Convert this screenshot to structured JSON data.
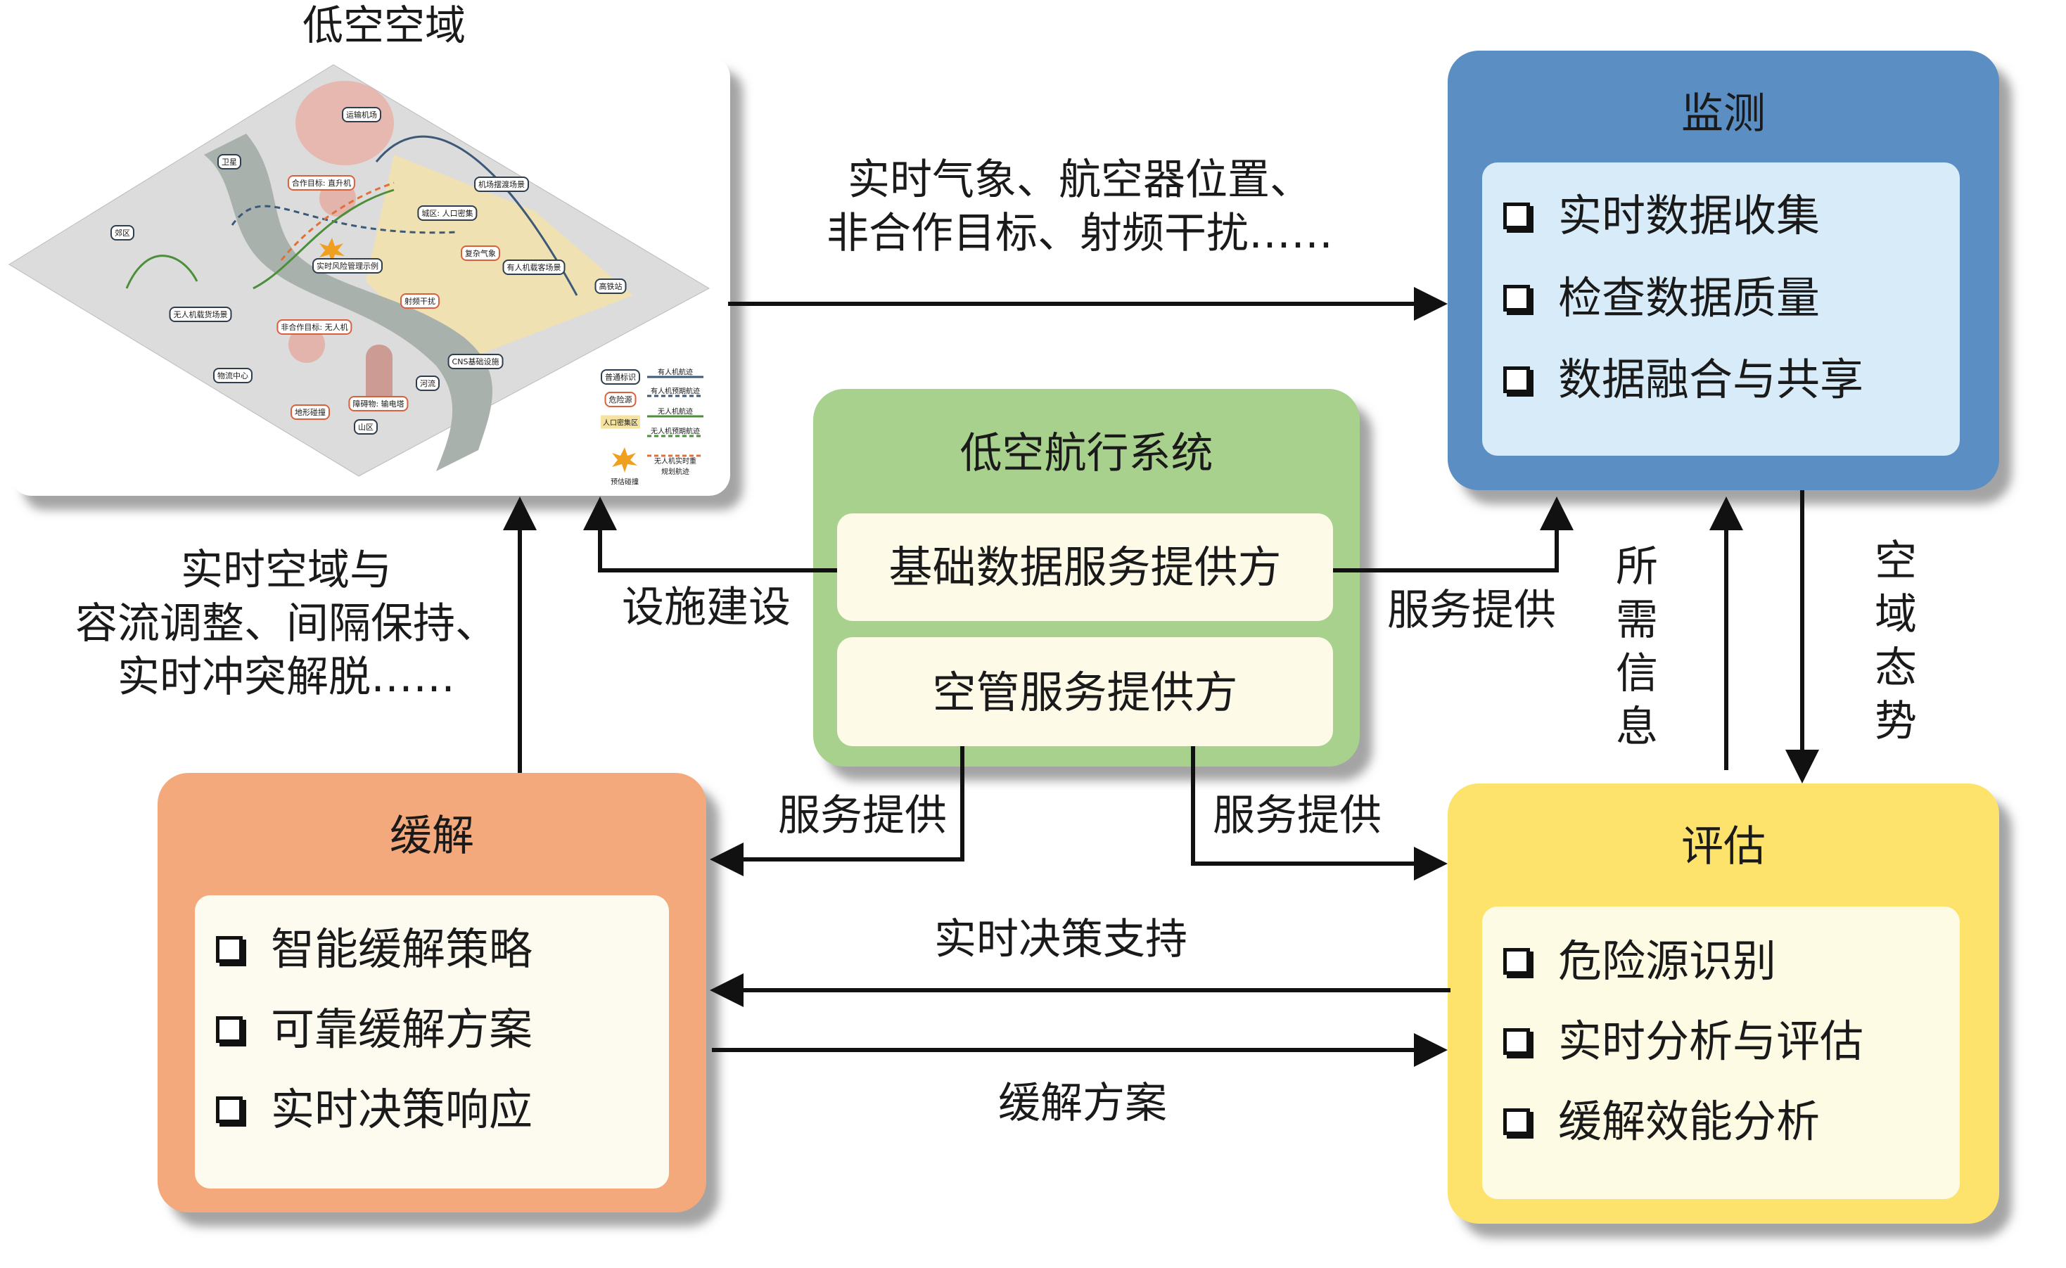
{
  "airspace": {
    "title": "低空空域",
    "map_labels": {
      "airport": "运输机场",
      "satellite": "卫星",
      "coop_target": "合作目标: 直升机",
      "shuttle": "机场摆渡场景",
      "suburb": "郊区",
      "urban": "城区: 人口密集",
      "weather": "复杂气象",
      "risk_example": "实时风险管理示例",
      "passenger": "有人机载客场景",
      "rail_station": "高铁站",
      "rf_interference": "射频干扰",
      "cargo": "无人机载货场景",
      "noncoop_target": "非合作目标: 无人机",
      "cns": "CNS基础设施",
      "logistics": "物流中心",
      "river": "河流",
      "obstacle": "障碍物: 输电塔",
      "terrain": "地形碰撞",
      "mountain": "山区"
    },
    "legend": {
      "normal": "普通标识",
      "hazard": "危险源",
      "dense_area": "人口密集区",
      "collision": "预估碰撞",
      "manned_track": "有人机航迹",
      "manned_planned": "有人机预期航迹",
      "uav_track": "无人机航迹",
      "uav_planned": "无人机预期航迹",
      "uav_replan": "无人机实时重规划航迹"
    }
  },
  "monitor": {
    "title": "监测",
    "items": [
      "实时数据收集",
      "检查数据质量",
      "数据融合与共享"
    ],
    "color": "#5b8fc4"
  },
  "system": {
    "title": "低空航行系统",
    "provider1": "基础数据服务提供方",
    "provider2": "空管服务提供方",
    "color": "#a9d18e"
  },
  "mitigate": {
    "title": "缓解",
    "items": [
      "智能缓解策略",
      "可靠缓解方案",
      "实时决策响应"
    ],
    "color": "#f4a97c"
  },
  "assess": {
    "title": "评估",
    "items": [
      "危险源识别",
      "实时分析与评估",
      "缓解效能分析"
    ],
    "color": "#fde36b"
  },
  "flows": {
    "top_line1": "实时气象、航空器位置、",
    "top_line2": "非合作目标、射频干扰……",
    "left_line1": "实时空域与",
    "left_line2": "容流调整、间隔保持、",
    "left_line3": "实时冲突解脱……",
    "facility": "设施建设",
    "service_top": "服务提供",
    "service_left": "服务提供",
    "service_right": "服务提供",
    "needed_info": [
      "所",
      "需",
      "信",
      "息"
    ],
    "airspace_situation": [
      "空",
      "域",
      "态",
      "势"
    ],
    "decision_support": "实时决策支持",
    "mitigation_plan": "缓解方案"
  }
}
